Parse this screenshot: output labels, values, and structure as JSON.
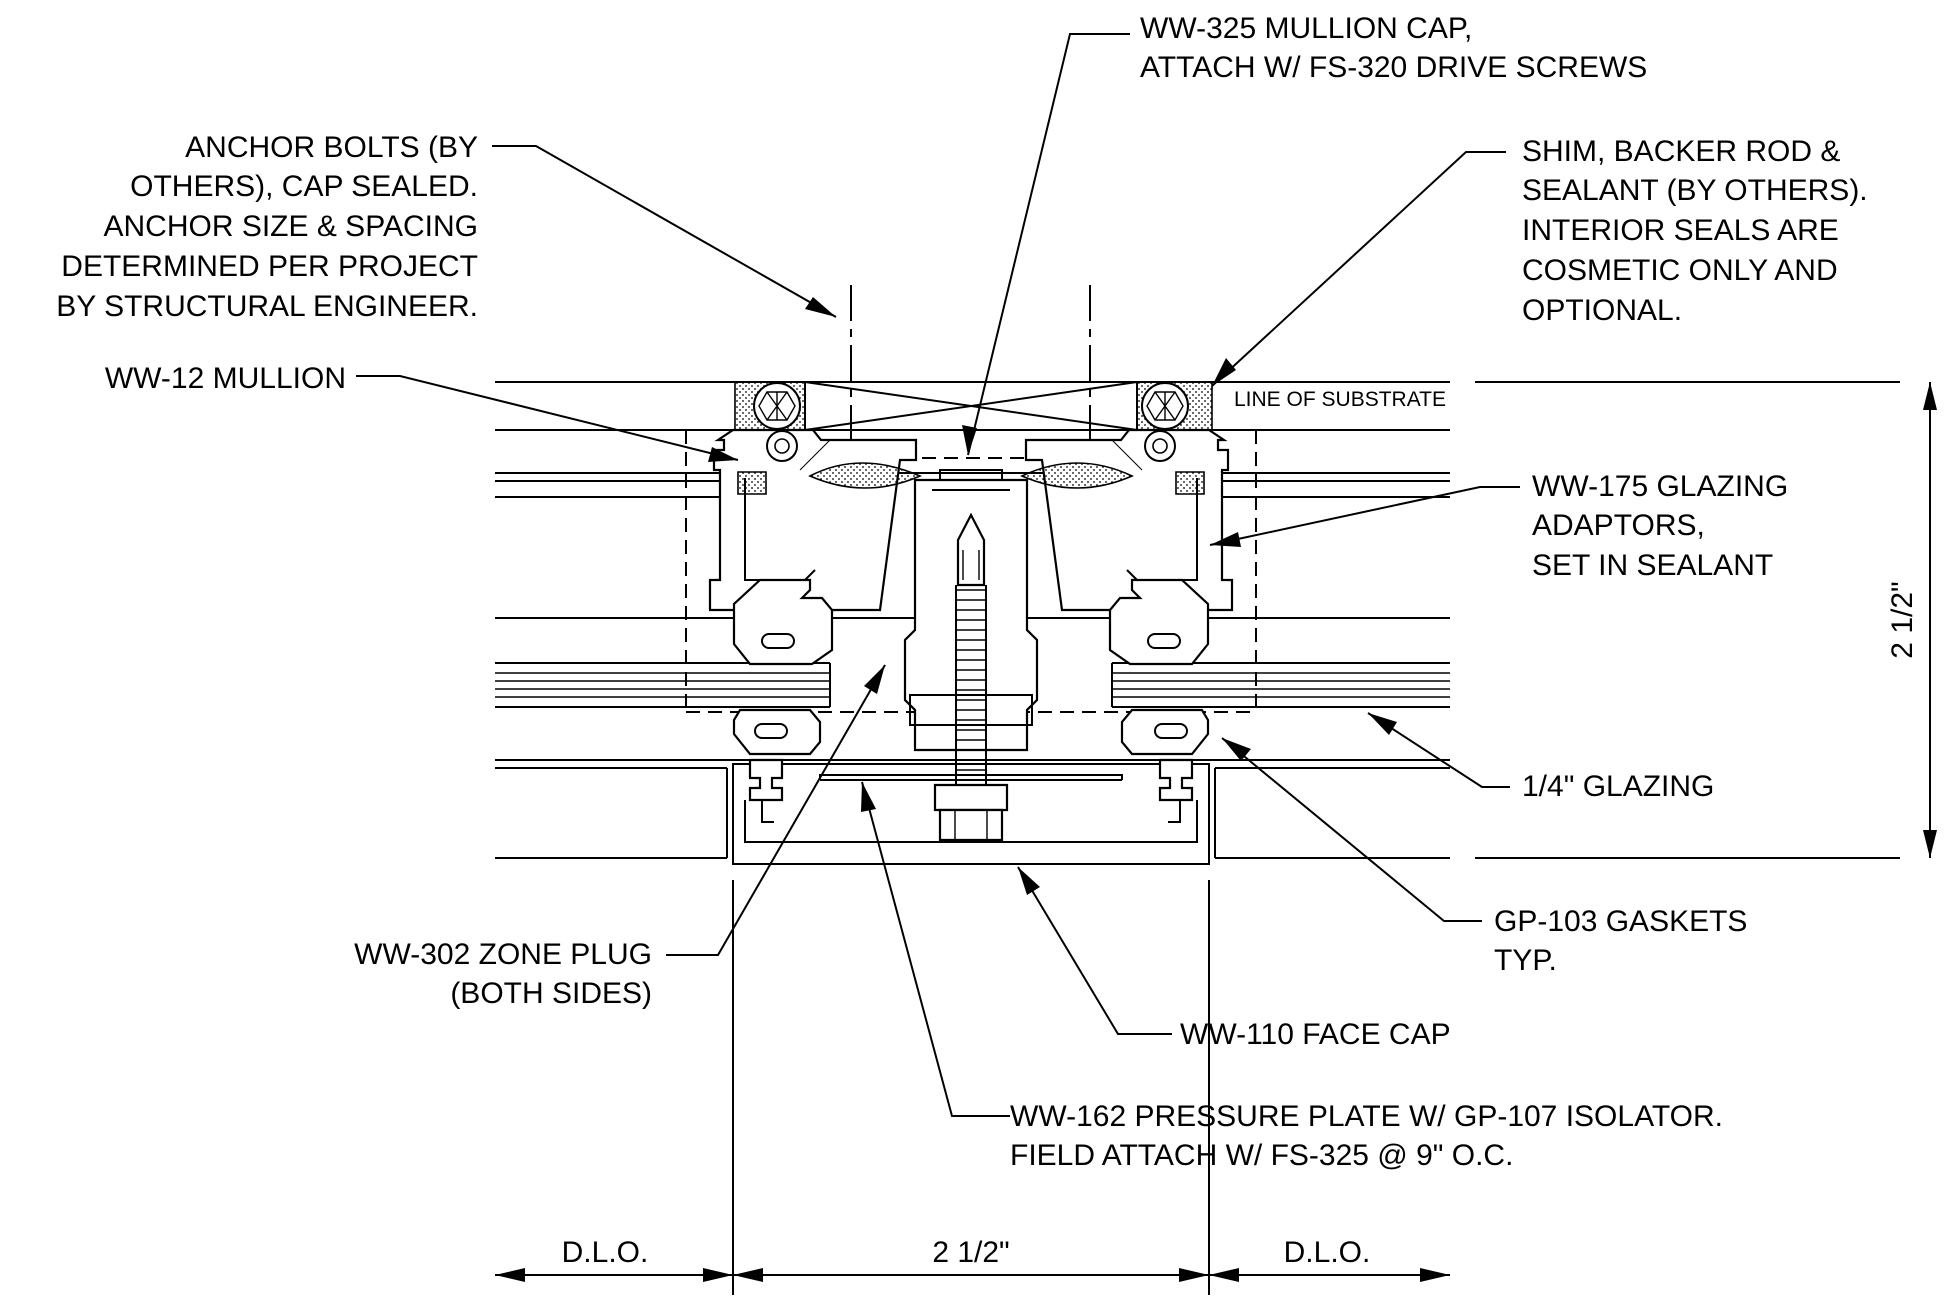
{
  "drawing": {
    "callouts": {
      "mullion_cap_line1": "WW-325 MULLION CAP,",
      "mullion_cap_line2": "ATTACH W/ FS-320 DRIVE SCREWS",
      "anchor_line1": "ANCHOR BOLTS (BY",
      "anchor_line2": "OTHERS), CAP SEALED.",
      "anchor_line3": "ANCHOR SIZE & SPACING",
      "anchor_line4": "DETERMINED PER PROJECT",
      "anchor_line5": "BY STRUCTURAL ENGINEER.",
      "shim_line1": "SHIM, BACKER ROD &",
      "shim_line2": "SEALANT (BY OTHERS).",
      "shim_line3": "INTERIOR SEALS ARE",
      "shim_line4": "COSMETIC ONLY AND",
      "shim_line5": "OPTIONAL.",
      "mullion": "WW-12 MULLION",
      "line_of_substrate": "LINE OF SUBSTRATE",
      "adaptor_line1": "WW-175 GLAZING",
      "adaptor_line2": "ADAPTORS,",
      "adaptor_line3": "SET IN SEALANT",
      "glazing": "1/4\" GLAZING",
      "zone_plug_line1": "WW-302 ZONE PLUG",
      "zone_plug_line2": "(BOTH SIDES)",
      "gaskets_line1": "GP-103 GASKETS",
      "gaskets_line2": "TYP.",
      "face_cap": "WW-110 FACE CAP",
      "pressure_plate_line1": "WW-162 PRESSURE PLATE W/ GP-107 ISOLATOR.",
      "pressure_plate_line2": "FIELD ATTACH W/ FS-325 @ 9\" O.C."
    },
    "dimensions": {
      "vertical_depth": "2 1/2\"",
      "left_opening": "D.L.O.",
      "mullion_width": "2 1/2\"",
      "right_opening": "D.L.O."
    }
  }
}
